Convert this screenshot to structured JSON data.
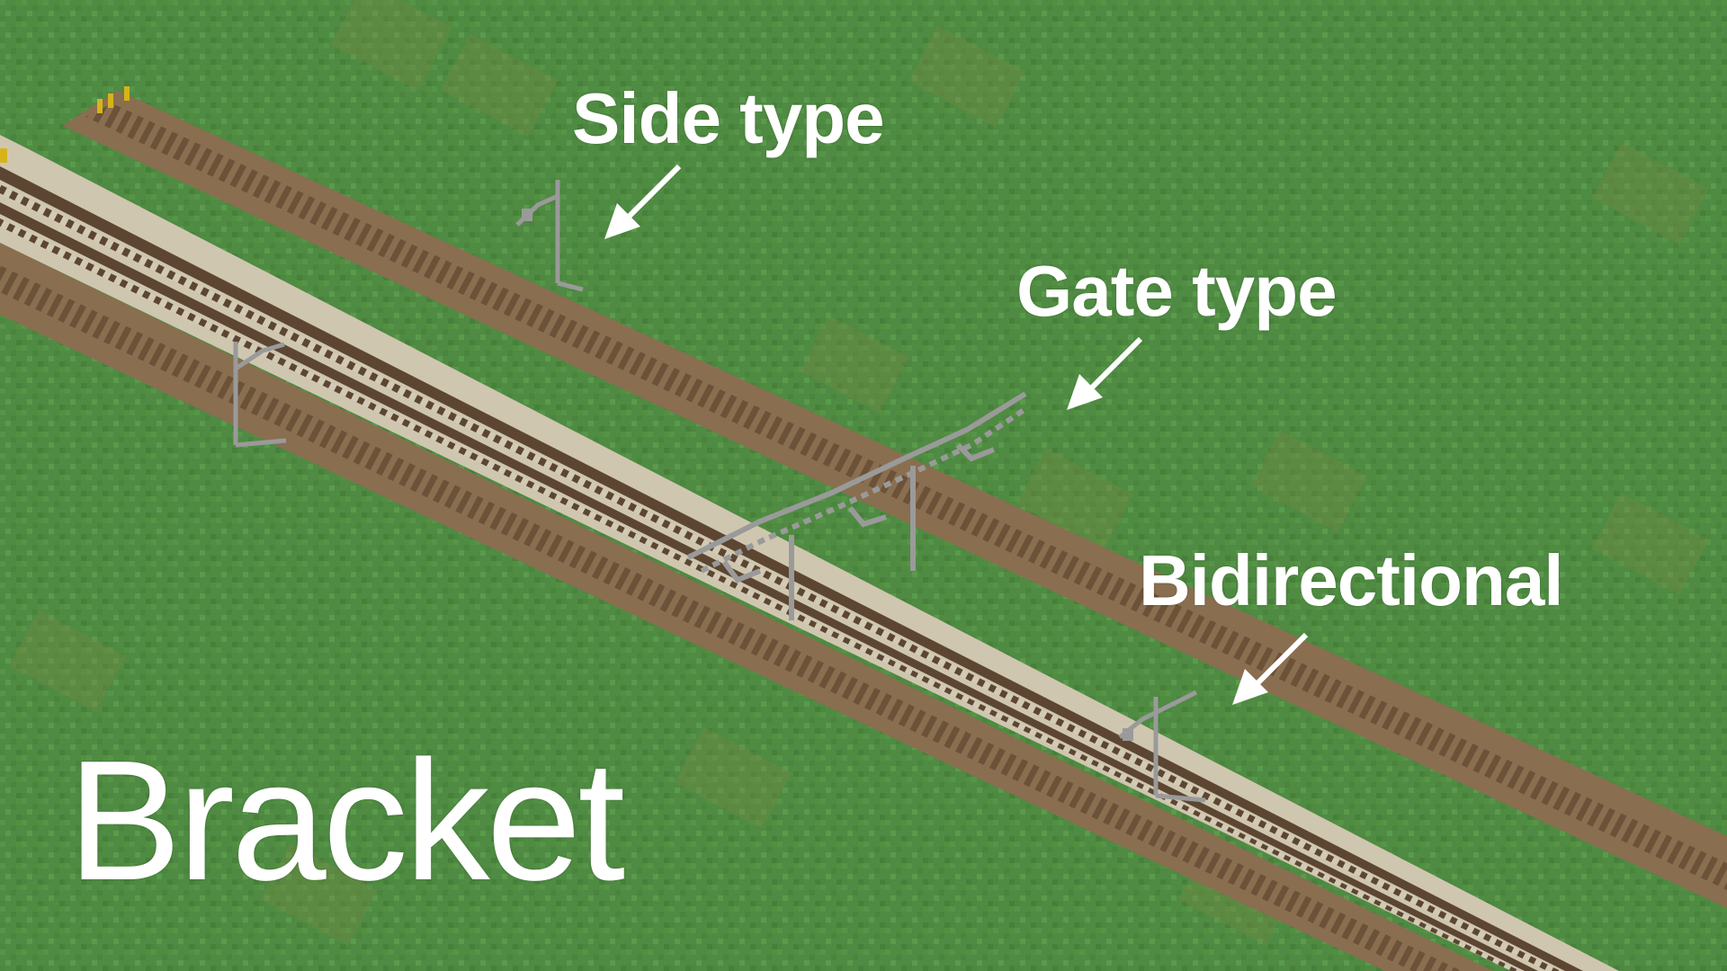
{
  "labels": {
    "side_type": "Side type",
    "gate_type": "Gate type",
    "bidirectional": "Bidirectional",
    "bracket": "Bracket"
  },
  "colors": {
    "grass": "#4e8a40",
    "grass_light": "#5a9a4a",
    "rail_bed": "#8a6e50",
    "rail_tie": "#5a4330",
    "rail_light_bed": "#cfc6b0",
    "signal_post": "#9a9a9a",
    "label_text": "#ffffff"
  },
  "icons": [
    "arrow-icon",
    "signal-icon"
  ]
}
